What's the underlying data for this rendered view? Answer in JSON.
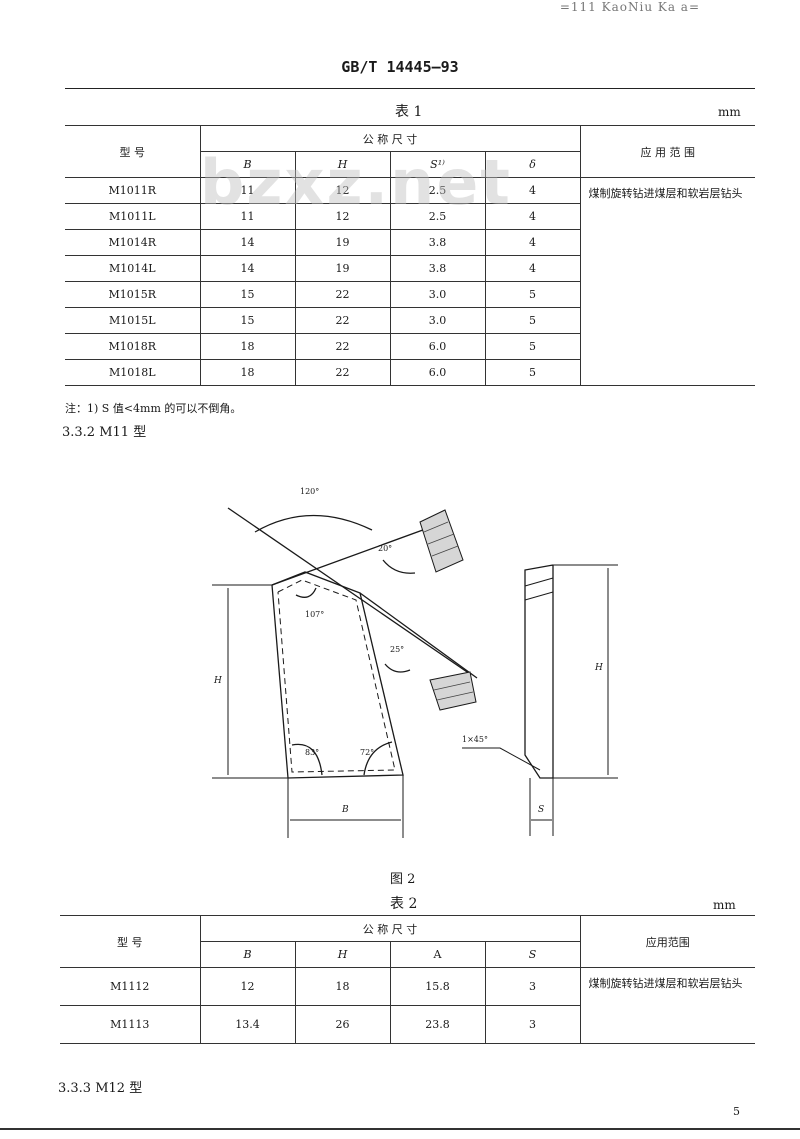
{
  "header": {
    "corner_text": "=111 KaoNiu Ka a=",
    "standard_number": "GB/T 14445—93"
  },
  "table1": {
    "caption": "表 1",
    "unit": "mm",
    "col_model": "型 号",
    "col_nominal": "公 称 尺 寸",
    "sub_headers": [
      "B",
      "H",
      "S¹⁾",
      "δ"
    ],
    "col_apply": "应 用 范 围",
    "apply_text": "煤制旋转钻进煤层和软岩层钻头",
    "rows": [
      {
        "model": "M1011R",
        "B": "11",
        "H": "12",
        "S": "2.5",
        "d": "4"
      },
      {
        "model": "M1011L",
        "B": "11",
        "H": "12",
        "S": "2.5",
        "d": "4"
      },
      {
        "model": "M1014R",
        "B": "14",
        "H": "19",
        "S": "3.8",
        "d": "4"
      },
      {
        "model": "M1014L",
        "B": "14",
        "H": "19",
        "S": "3.8",
        "d": "4"
      },
      {
        "model": "M1015R",
        "B": "15",
        "H": "22",
        "S": "3.0",
        "d": "5"
      },
      {
        "model": "M1015L",
        "B": "15",
        "H": "22",
        "S": "3.0",
        "d": "5"
      },
      {
        "model": "M1018R",
        "B": "18",
        "H": "22",
        "S": "6.0",
        "d": "5"
      },
      {
        "model": "M1018L",
        "B": "18",
        "H": "22",
        "S": "6.0",
        "d": "5"
      }
    ],
    "note": "注：1) S 值<4mm 的可以不倒角。"
  },
  "watermark": "bzxz.net",
  "section_332": "3.3.2  M11 型",
  "figure2": {
    "labels": {
      "a120": "120°",
      "a20": "20°",
      "a107": "107°",
      "a25": "25°",
      "a83": "83°",
      "a72": "72°",
      "h_left": "H",
      "h_right": "H",
      "b": "B",
      "s": "S",
      "chamfer": "1×45°"
    },
    "caption": "图 2"
  },
  "table2": {
    "caption": "表 2",
    "unit": "mm",
    "col_model": "型 号",
    "col_nominal": "公 称 尺 寸",
    "sub_headers": [
      "B",
      "H",
      "A",
      "S"
    ],
    "col_apply": "应用范围",
    "apply_text": "煤制旋转钻进煤层和软岩层钻头",
    "rows": [
      {
        "model": "M1112",
        "B": "12",
        "H": "18",
        "A": "15.8",
        "S": "3"
      },
      {
        "model": "M1113",
        "B": "13.4",
        "H": "26",
        "A": "23.8",
        "S": "3"
      }
    ]
  },
  "section_333": "3.3.3  M12 型",
  "page_number": "5"
}
